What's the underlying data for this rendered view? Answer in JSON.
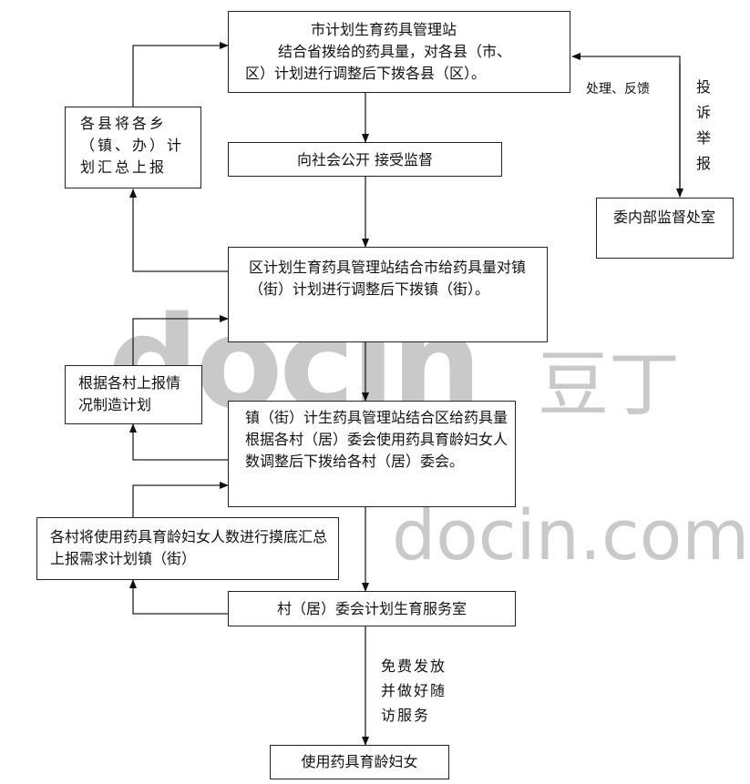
{
  "boxes": {
    "city_station": {
      "line1": "市计划生育药具管理站",
      "line2": "结合省拨给的药具量，对各县（市、",
      "line3": "区）计划进行调整后下拨各县（区）。"
    },
    "county_report": {
      "text": "各县将各乡（镇、办）计划汇总上报"
    },
    "public": {
      "text": "向社会公开  接受监督"
    },
    "inner_supervision": {
      "text": "委内部监督处室"
    },
    "district_station": {
      "text": "区计划生育药具管理站结合市给药具量对镇（街）计划进行调整后下拨镇（街）。"
    },
    "village_plan": {
      "text": "根据各村上报情况制造计划"
    },
    "town_station": {
      "text": "镇（街）计生药具管理站结合区给药具量根据各村（居）委会使用药具育龄妇女人数调整后下拨给各村（居）委会。"
    },
    "village_count": {
      "text": "各村将使用药具育龄妇女人数进行摸底汇总上报需求计划镇（街）"
    },
    "service_room": {
      "text": "村（居）委会计划生育服务室"
    },
    "women": {
      "text": "使用药具育龄妇女"
    }
  },
  "labels": {
    "feedback": "处理、反馈",
    "complaint": [
      "投",
      "诉",
      "举",
      "报"
    ],
    "free_service": [
      "免费发放",
      "并做好随",
      "访服务"
    ]
  },
  "watermark": {
    "docin_mark": "docin",
    "docin_cn": "豆丁",
    "url": "docin.com"
  }
}
